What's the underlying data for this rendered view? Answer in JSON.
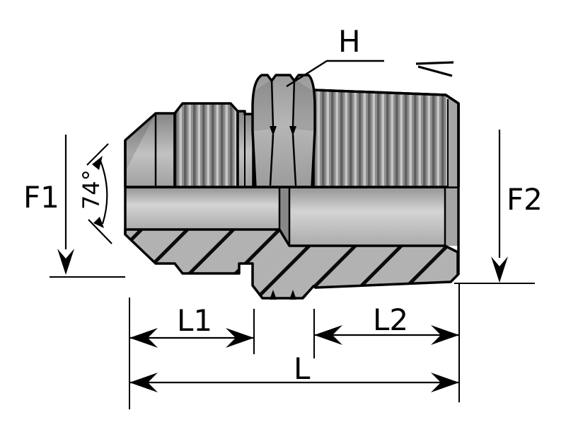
{
  "drawing_labels": {
    "flare_angle": "74°",
    "thread_size_left": "F1",
    "thread_size_right": "F2",
    "hex_size": "H",
    "length_1": "L1",
    "length_2": "L2",
    "overall_length": "L"
  },
  "colors": {
    "background": "#ffffff",
    "outline": "#000000",
    "body_light": "#c9c9c9",
    "body_mid": "#a8a8a8",
    "body_dark": "#828282",
    "thread_dark": "#5f5f5f",
    "thread_light": "#c6c6c6",
    "bore_light": "#d4d4d4",
    "label_color": "#000000"
  }
}
